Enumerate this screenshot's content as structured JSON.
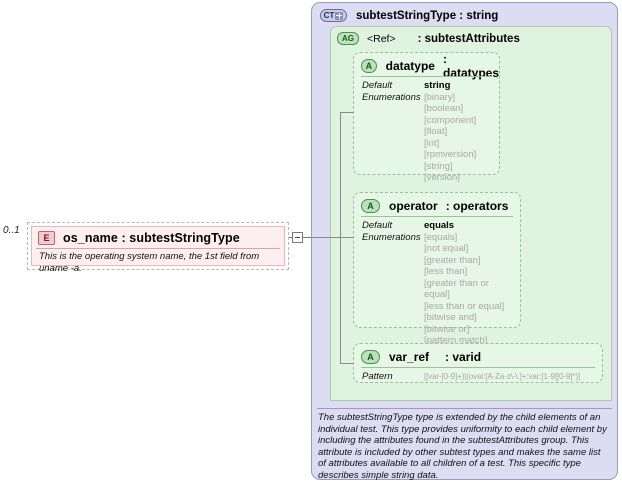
{
  "element": {
    "cardinality": "0..1",
    "badge": "E",
    "title": "os_name : subtestStringType",
    "documentation": "This is the operating system name, the 1st field from uname -a."
  },
  "type_panel": {
    "badge": "CT",
    "title": "subtestStringType : string"
  },
  "attribute_group": {
    "badge": "AG",
    "ref": "<Ref>",
    "type": ": subtestAttributes"
  },
  "attributes": [
    {
      "badge": "A",
      "name": "datatype",
      "type": ": datatypes",
      "label_default": "Default",
      "label_enumerations": "Enumerations",
      "default_value": "string",
      "enumerations": [
        "[binary]",
        "[boolean]",
        "[component]",
        "[float]",
        "[int]",
        "[rpmversion]",
        "[string]",
        "[version]"
      ]
    },
    {
      "badge": "A",
      "name": "operator",
      "type": ": operators",
      "label_default": "Default",
      "label_enumerations": "Enumerations",
      "default_value": "equals",
      "enumerations": [
        "[equals]",
        "[not equal]",
        "[greater than]",
        "[less than]",
        "[greater than or equal]",
        "[less than or equal]",
        "[bitwise and]",
        "[bitwise or]",
        "[pattern match]"
      ]
    },
    {
      "badge": "A",
      "name": "var_ref",
      "type": ": varid",
      "label_pattern": "Pattern",
      "pattern_value": "[[var-[0-9]+)|(oval:[A-Za-z\\-\\.]+:var:[1-9][0-9]*)]"
    }
  ],
  "footer": {
    "documentation": "The subtestStringType type is extended by the child elements of an individual test.  This type provides uniformity to each child element by including the attributes found in the subtestAttributes group.  This attribute is included by other subtest types and makes the same list of attributes available to all children of a test.  This specific type describes simple string data."
  },
  "colors": {
    "type_panel_bg": "#dcdcf2",
    "attr_group_bg": "#dff3df",
    "attr_box_bg": "#e6f7e6",
    "element_bg": "#fdeef0",
    "enum_text": "#a8a8a8"
  }
}
